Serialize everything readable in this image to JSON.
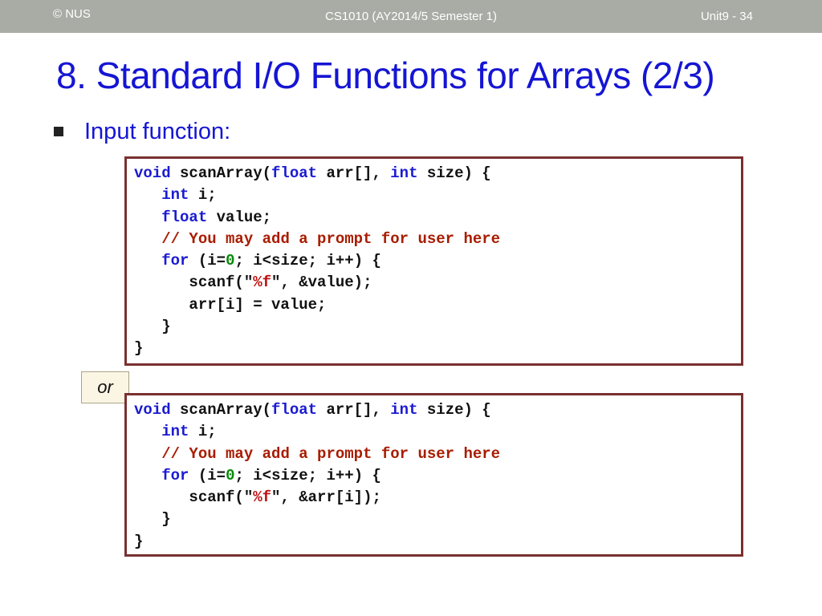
{
  "header": {
    "copyright": "© NUS",
    "course": "CS1010 (AY2014/5 Semester 1)",
    "slide_number": "Unit9 - 34"
  },
  "title": "8. Standard I/O Functions for Arrays (2/3)",
  "bullet": "Input function:",
  "or_label": "or",
  "code_block_1": [
    "void scanArray(float arr[], int size) {",
    "   int i;",
    "   float value;",
    "   // You may add a prompt for user here",
    "   for (i=0; i<size; i++) {",
    "      scanf(\"%f\", &value);",
    "      arr[i] = value;",
    "   }",
    "}"
  ],
  "code_block_2": [
    "void scanArray(float arr[], int size) {",
    "   int i;",
    "   // You may add a prompt for user here",
    "   for (i=0; i<size; i++) {",
    "      scanf(\"%f\", &arr[i]);",
    "   }",
    "}"
  ],
  "colors": {
    "title": "#1515d4",
    "keyword": "#1a1ad2",
    "comment": "#a81c00",
    "format_string": "#c01010",
    "number": "#0a8a0a",
    "code_border": "#7a3030",
    "header_bar": "#a8aca4"
  }
}
